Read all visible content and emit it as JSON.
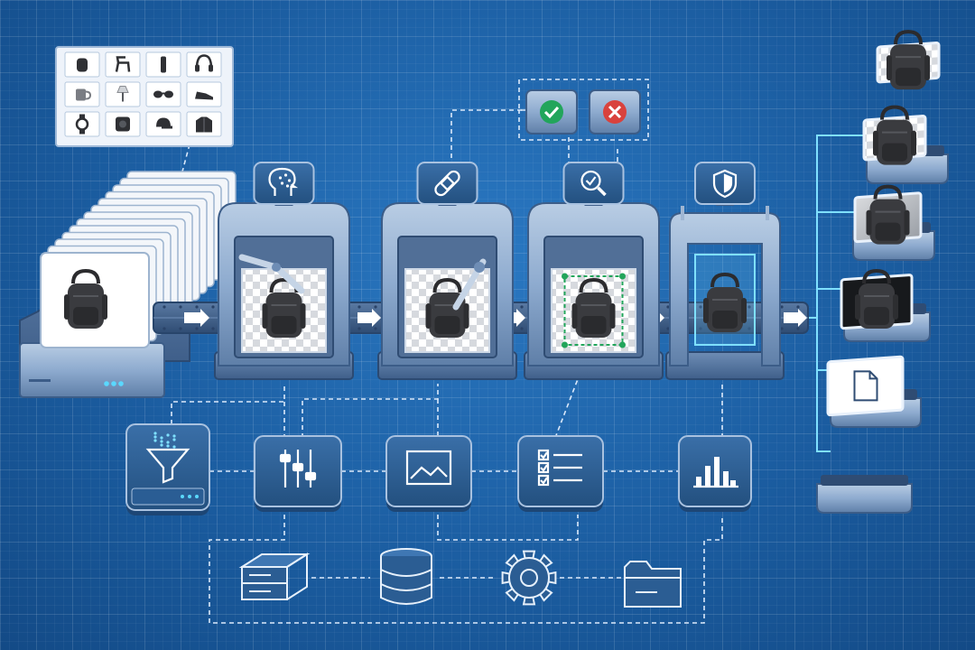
{
  "diagram": {
    "catalog_items": [
      "backpack-icon",
      "chair-icon",
      "bottle-icon",
      "headphones-icon",
      "mug-icon",
      "lamp-icon",
      "sunglasses-icon",
      "shoe-icon",
      "watch-icon",
      "speaker-icon",
      "cap-icon",
      "jacket-icon"
    ],
    "stations": [
      {
        "id": "station-background-removal",
        "icon": "ai-brain-icon"
      },
      {
        "id": "station-retouch",
        "icon": "bandage-icon"
      },
      {
        "id": "station-inspection",
        "icon": "magnifier-check-icon"
      },
      {
        "id": "station-security",
        "icon": "shield-icon"
      }
    ],
    "review_buttons": [
      {
        "icon": "check-icon",
        "color": "#22a55b"
      },
      {
        "icon": "cross-icon",
        "color": "#d9423d"
      }
    ],
    "tools": [
      "filter-funnel-icon",
      "sliders-icon",
      "image-icon",
      "checklist-icon",
      "bar-chart-icon"
    ],
    "storage": [
      "server-icon",
      "database-icon",
      "gear-icon",
      "folder-icon"
    ],
    "outputs": [
      "output-transparent",
      "output-transparent-alt",
      "output-gray-background",
      "output-dark-background",
      "output-document"
    ],
    "colors": {
      "accent": "#4fd2ff",
      "check": "#22a55b",
      "cross": "#d9423d",
      "machine": "#7f9fc4",
      "panel": "#2b5d93"
    }
  }
}
